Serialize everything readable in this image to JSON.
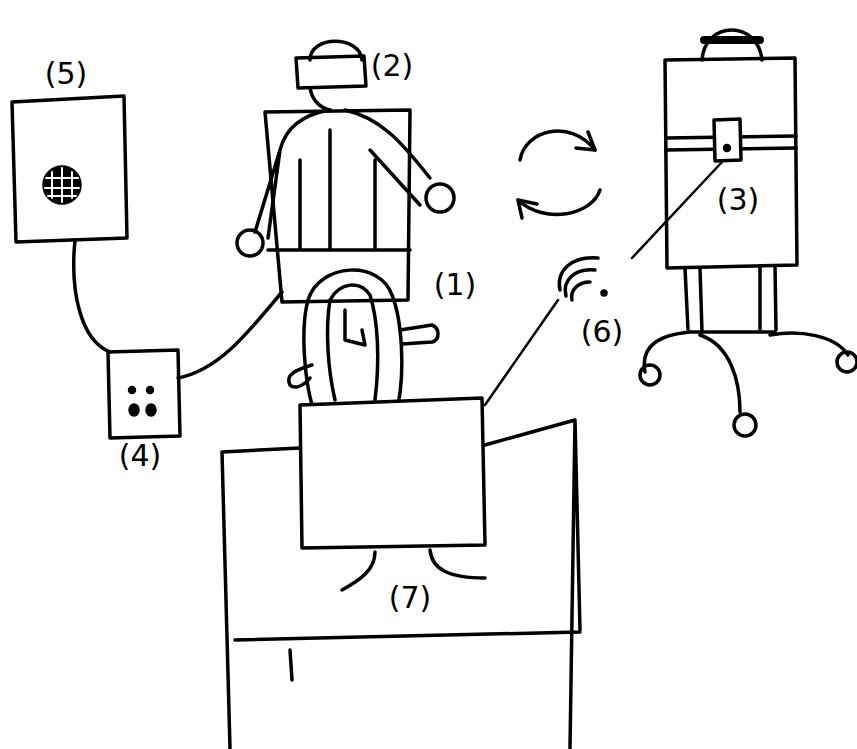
{
  "diagram": {
    "labels": [
      "(5)",
      "(2)",
      "(3)",
      "(1)",
      "(6)",
      "(4)",
      "(7)"
    ]
  }
}
